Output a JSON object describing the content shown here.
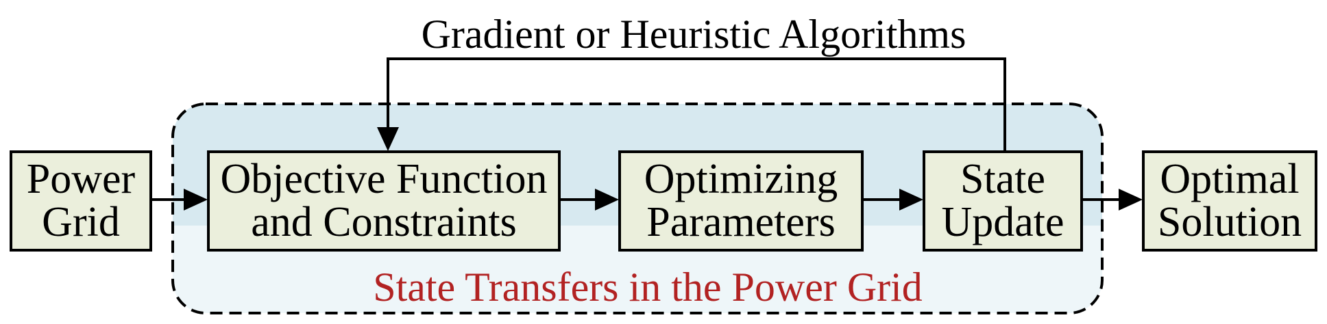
{
  "feedback_label": "Gradient or Heuristic Algorithms",
  "region_label": "State Transfers in the Power Grid",
  "boxes": {
    "power_grid": {
      "line1": "Power",
      "line2": "Grid"
    },
    "objective": {
      "line1": "Objective Function",
      "line2": "and Constraints"
    },
    "optimizing": {
      "line1": "Optimizing",
      "line2": "Parameters"
    },
    "state_update": {
      "line1": "State",
      "line2": "Update"
    },
    "optimal": {
      "line1": "Optimal",
      "line2": "Solution"
    }
  },
  "colors": {
    "box_fill": "#ebefdc",
    "region_top_fill": "#d7e9f0",
    "region_bottom_fill": "#eef6f9",
    "region_label": "#b22222",
    "stroke": "#000000"
  }
}
